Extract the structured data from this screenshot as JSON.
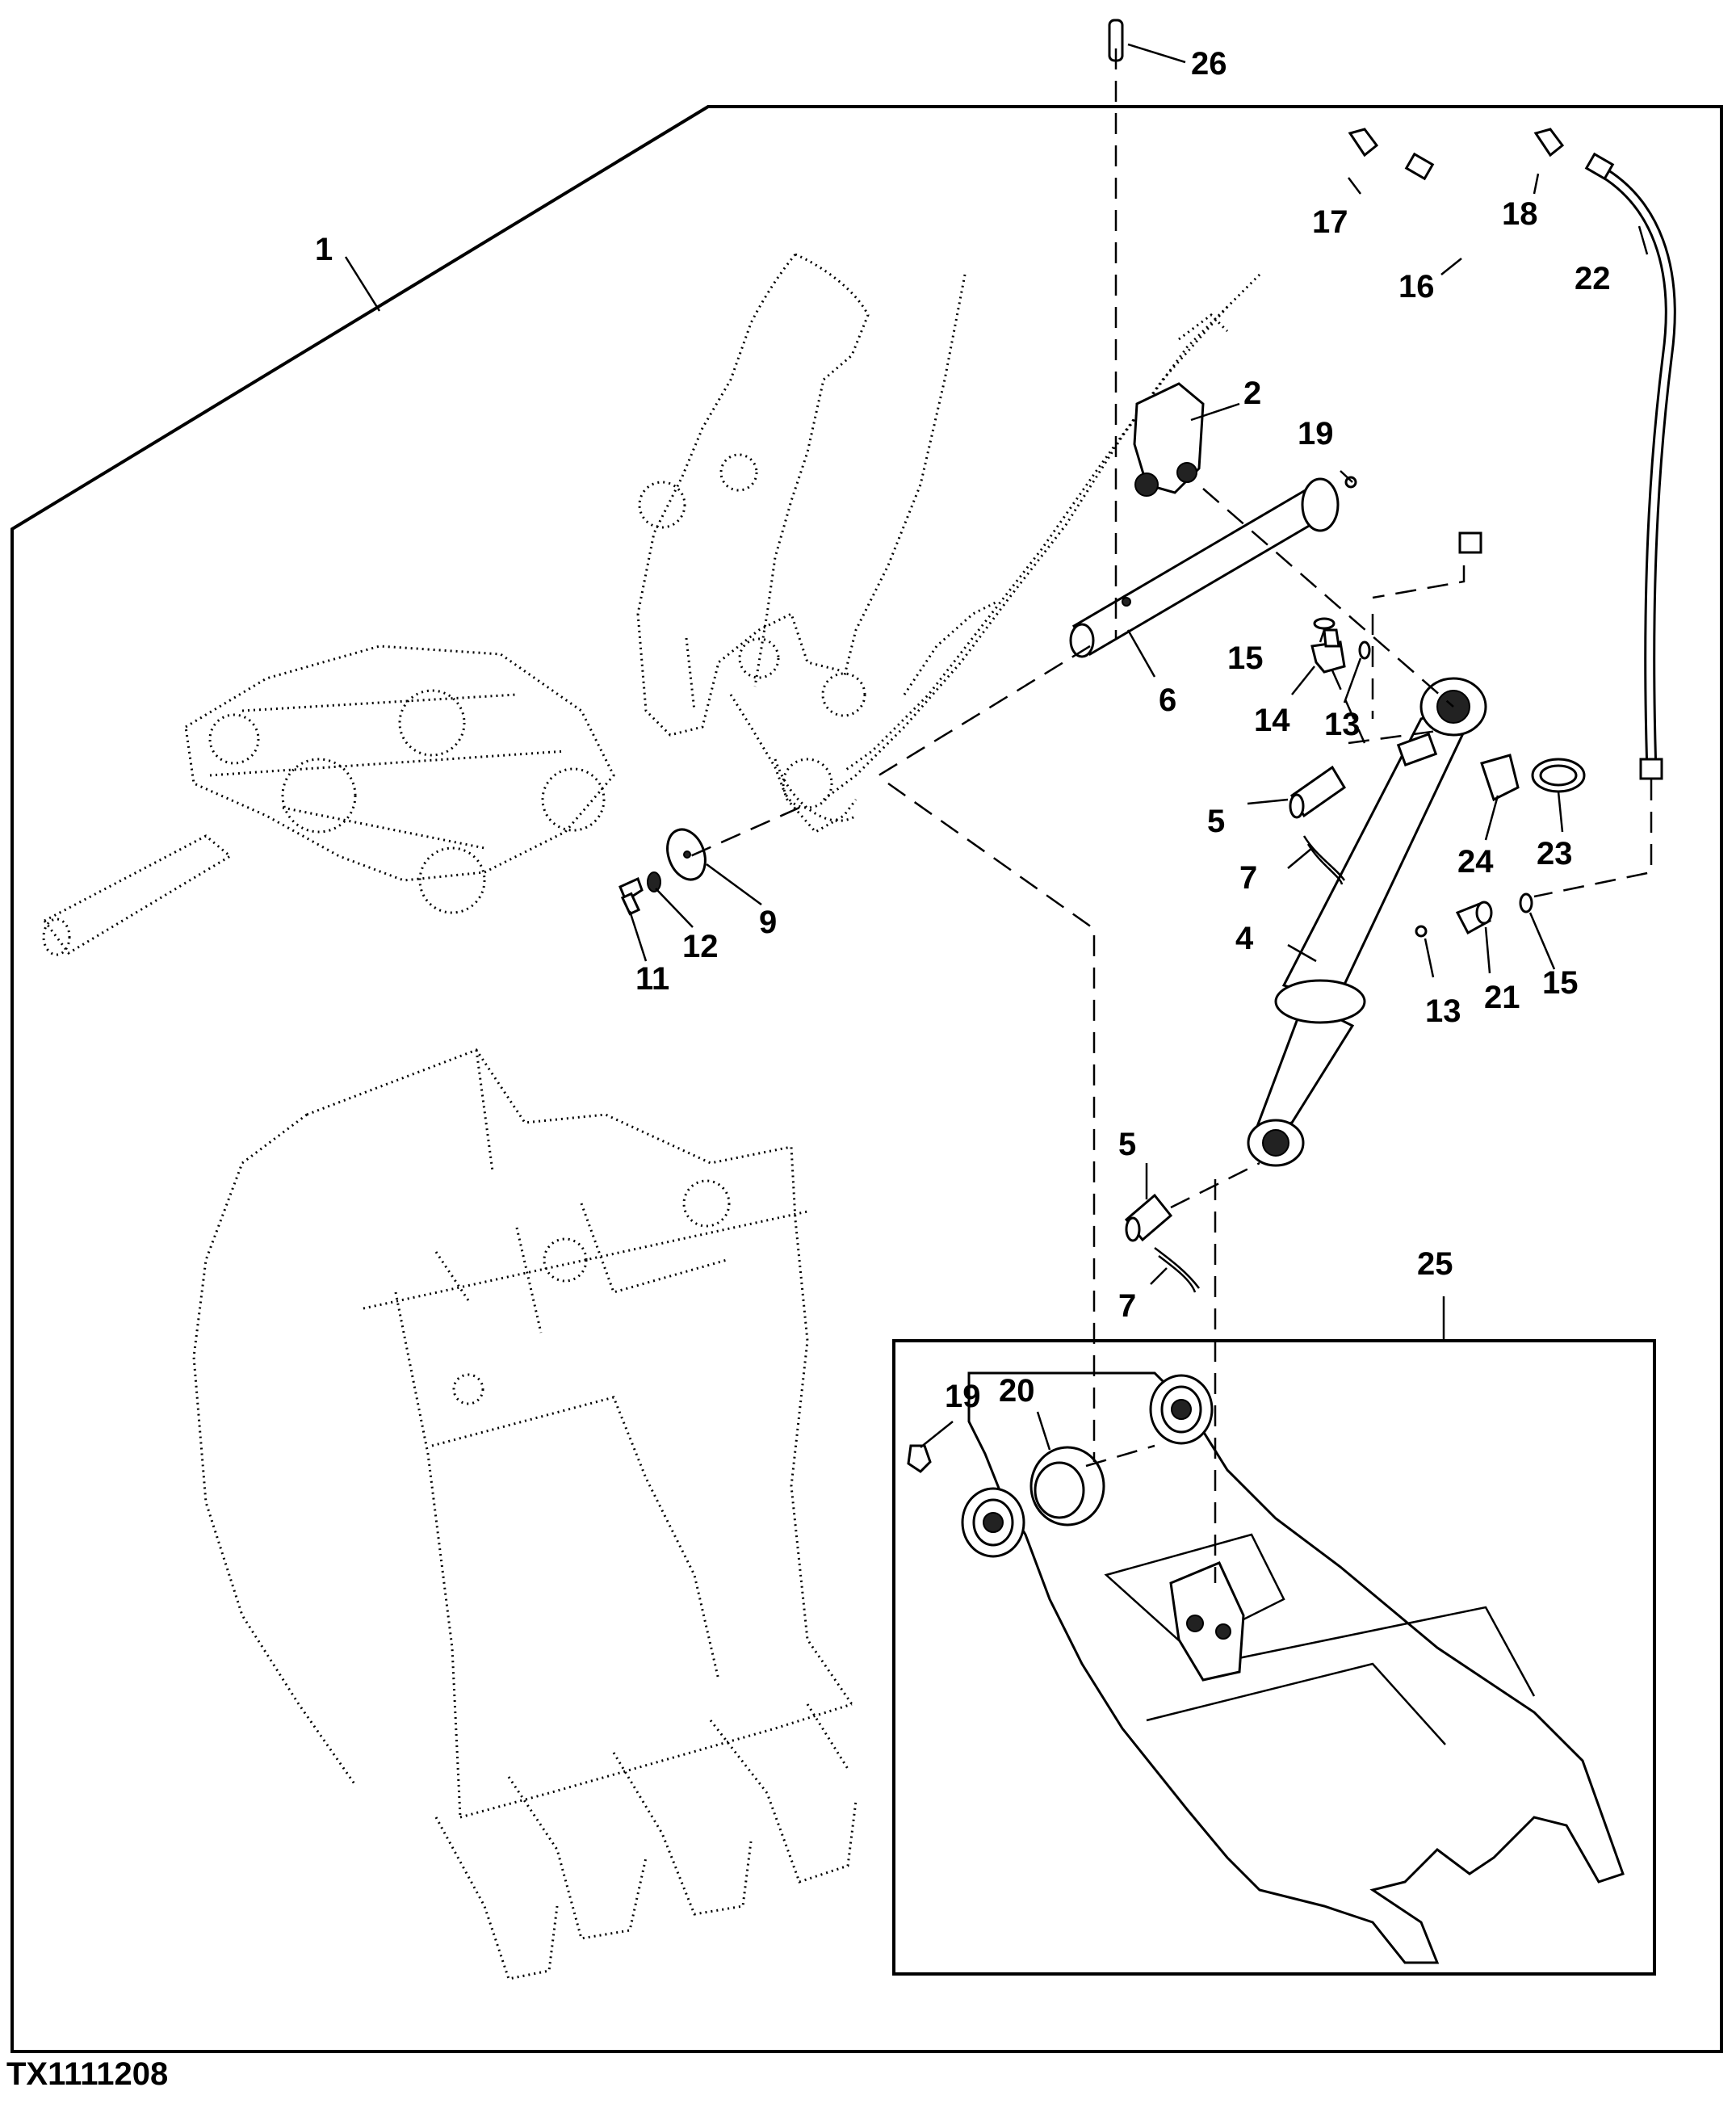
{
  "figure_id": "TX1111208",
  "callouts": {
    "c1": "1",
    "c2": "2",
    "c4": "4",
    "c5a": "5",
    "c5b": "5",
    "c6": "6",
    "c7a": "7",
    "c7b": "7",
    "c9": "9",
    "c11": "11",
    "c12": "12",
    "c13a": "13",
    "c13b": "13",
    "c14": "14",
    "c15a": "15",
    "c15b": "15",
    "c16": "16",
    "c17": "17",
    "c18": "18",
    "c19a": "19",
    "c19b": "19",
    "c20": "20",
    "c21": "21",
    "c22": "22",
    "c23": "23",
    "c24": "24",
    "c25": "25",
    "c26": "26"
  }
}
